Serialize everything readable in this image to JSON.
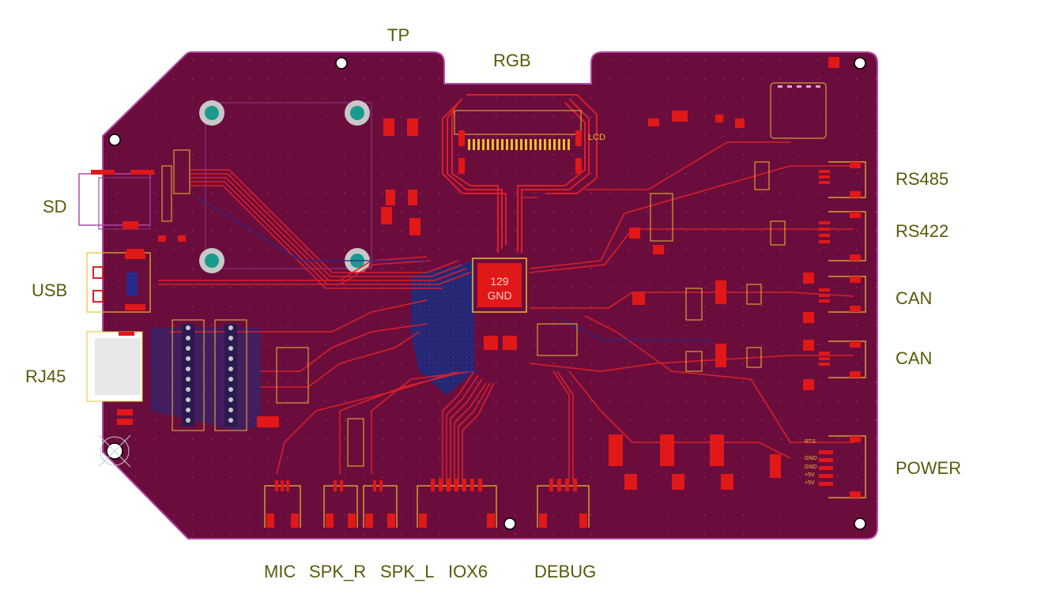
{
  "labels": {
    "tp": "TP",
    "rgb": "RGB",
    "sd": "SD",
    "usb": "USB",
    "rj45": "RJ45",
    "rs485": "RS485",
    "rs422": "RS422",
    "can1": "CAN",
    "can2": "CAN",
    "power": "POWER",
    "mic": "MIC",
    "spk_r": "SPK_R",
    "spk_l": "SPK_L",
    "iox6": "IOX6",
    "debug": "DEBUG"
  },
  "board_text": {
    "chip_line1": "129",
    "chip_line2": "GND",
    "lcd": "LCD",
    "power_pins": [
      "RTS",
      "GND",
      "GND",
      "+5V",
      "+5V"
    ]
  },
  "colors": {
    "label": "#5a5a0a",
    "board": "#6b0d3c",
    "outline": "#b04aa8",
    "trace_red": "#d8202a",
    "trace_blue": "#2a2a8c",
    "pad_red": "#e01818",
    "silk": "#e8c030",
    "teal": "#199a8e"
  }
}
